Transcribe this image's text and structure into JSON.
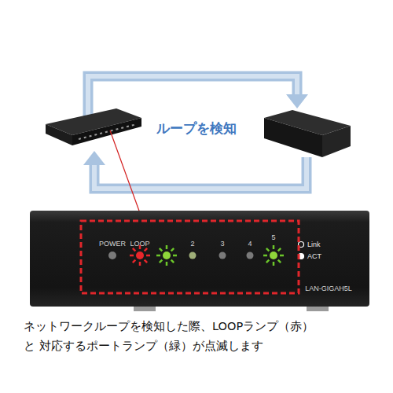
{
  "diagram": {
    "caption": "ネットワークループを検知した際、LOOPランプ（赤）と 対応するポートランプ（緑）が点滅します",
    "nodes": [
      {
        "text": [
          "POWER",
          "LOOP",
          "2",
          "3",
          "4",
          "5",
          "LAN-GIGAH5L"
        ]
      }
    ],
    "labels": [
      "ループを検知"
    ],
    "legend": [
      {
        "text": "Link"
      },
      {
        "text": "ACT"
      }
    ]
  }
}
